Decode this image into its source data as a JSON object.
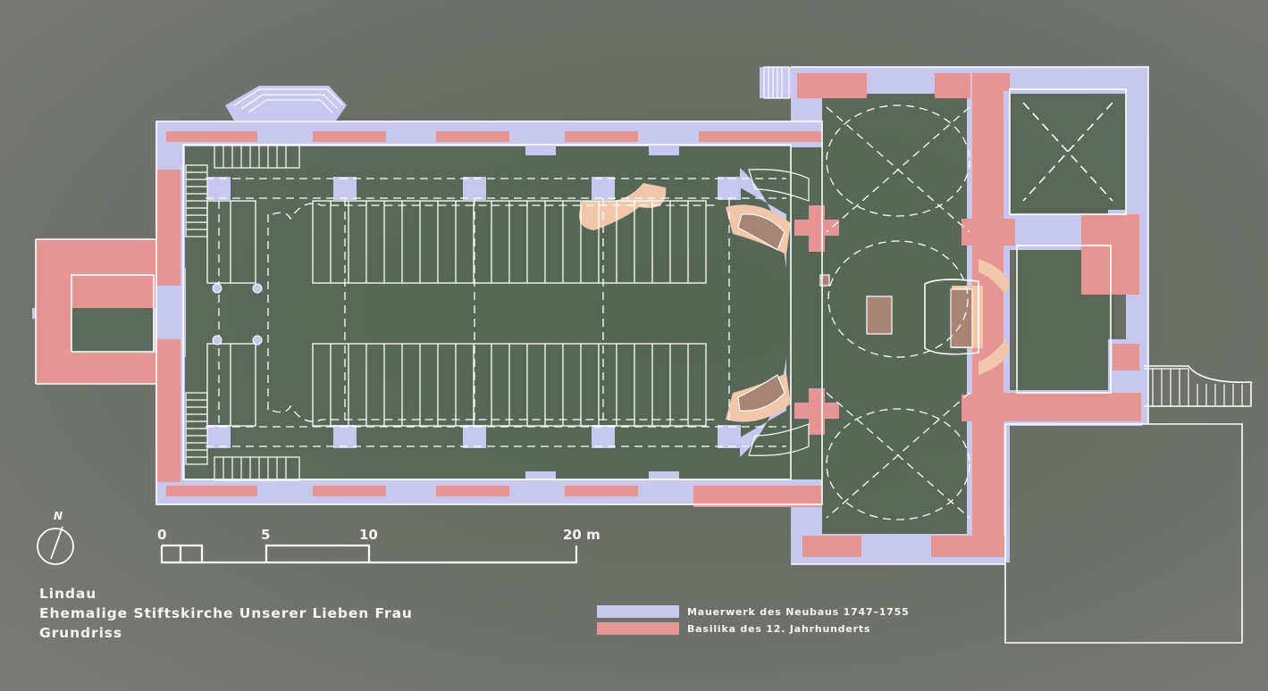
{
  "caption": {
    "place": "Lindau",
    "building": "Ehemalige Stiftskirche Unserer Lieben Frau",
    "drawing": "Grundriss"
  },
  "north_label": "N",
  "scale": {
    "labels": [
      "0",
      "5",
      "10",
      "20 m"
    ]
  },
  "legend": [
    {
      "label": "Mauerwerk des Neubaus 1747–1755",
      "color": "#c8c8ee"
    },
    {
      "label": "Basilika des 12. Jahrhunderts",
      "color": "#e59593"
    }
  ],
  "colors": {
    "new_masonry": "#c8c8ee",
    "basilica": "#e59593",
    "furnishing": "#f2c6aa",
    "altar": "#a98373",
    "line": "#ffffff"
  }
}
